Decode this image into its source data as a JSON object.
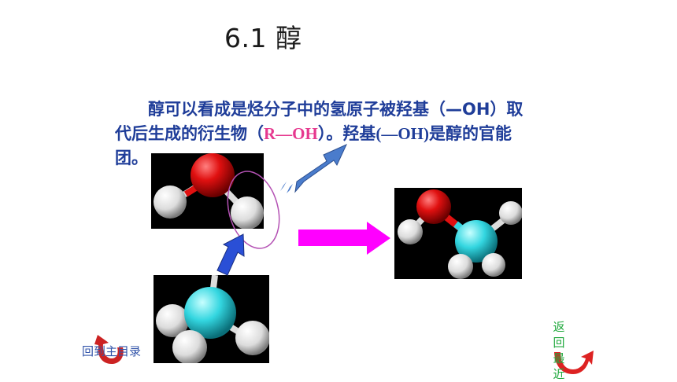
{
  "slide": {
    "title": "6.1 醇",
    "body": {
      "line1": "醇可以看成是烃分子中的氢原子被羟基（—OH）取",
      "line2_a": "代后生成的衍生物（",
      "line2_formula": "R—OH",
      "line2_b": "）。羟基",
      "line2_group": "(—OH)",
      "line2_c": "是醇的官能",
      "line3": "团。"
    }
  },
  "nav": {
    "home_label": "回到主目录",
    "back_label": "返回最近"
  },
  "colors": {
    "body_text": "#1f3d99",
    "formula_accent": "#e6398f",
    "oxygen_atom": "#e01010",
    "carbon_atom": "#33d6e0",
    "hydrogen_atom": "#f2f2f2",
    "blue_arrow": "#2a4fd6",
    "light_blue_arrow": "#4a7ccc",
    "magenta_arrow": "#ff00ff",
    "home_arrow": "#cc2222",
    "back_arrow": "#dd2222",
    "back_label": "#1fa83c"
  }
}
